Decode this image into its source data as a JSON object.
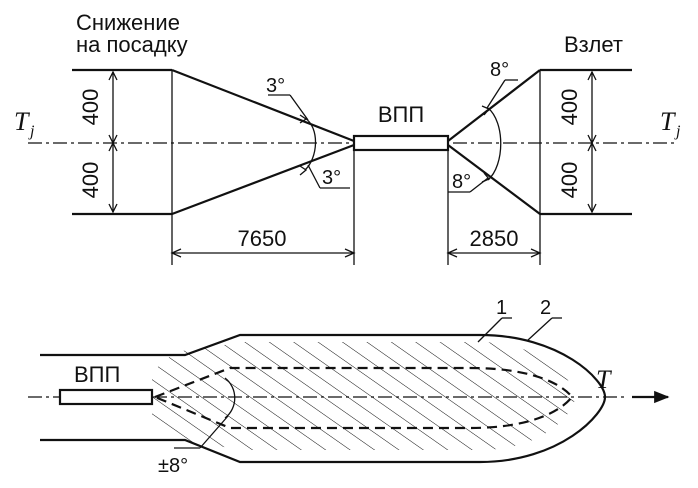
{
  "top": {
    "label_landing_line1": "Снижение",
    "label_landing_line2": "на посадку",
    "label_takeoff": "Взлет",
    "label_runway": "ВПП",
    "axis_label_left": "T",
    "axis_label_left_sub": "j",
    "axis_label_right": "T",
    "axis_label_right_sub": "j",
    "dim_left_upper": "400",
    "dim_left_lower": "400",
    "dim_right_upper": "400",
    "dim_right_lower": "400",
    "dim_landing_length": "7650",
    "dim_takeoff_length": "2850",
    "angle_landing_upper": "3°",
    "angle_landing_lower": "3°",
    "angle_takeoff_upper": "8°",
    "angle_takeoff_lower": "8°"
  },
  "bottom": {
    "label_runway": "ВПП",
    "axis_label": "T",
    "callout_1": "1",
    "callout_2": "2",
    "angle_label": "±8°"
  }
}
